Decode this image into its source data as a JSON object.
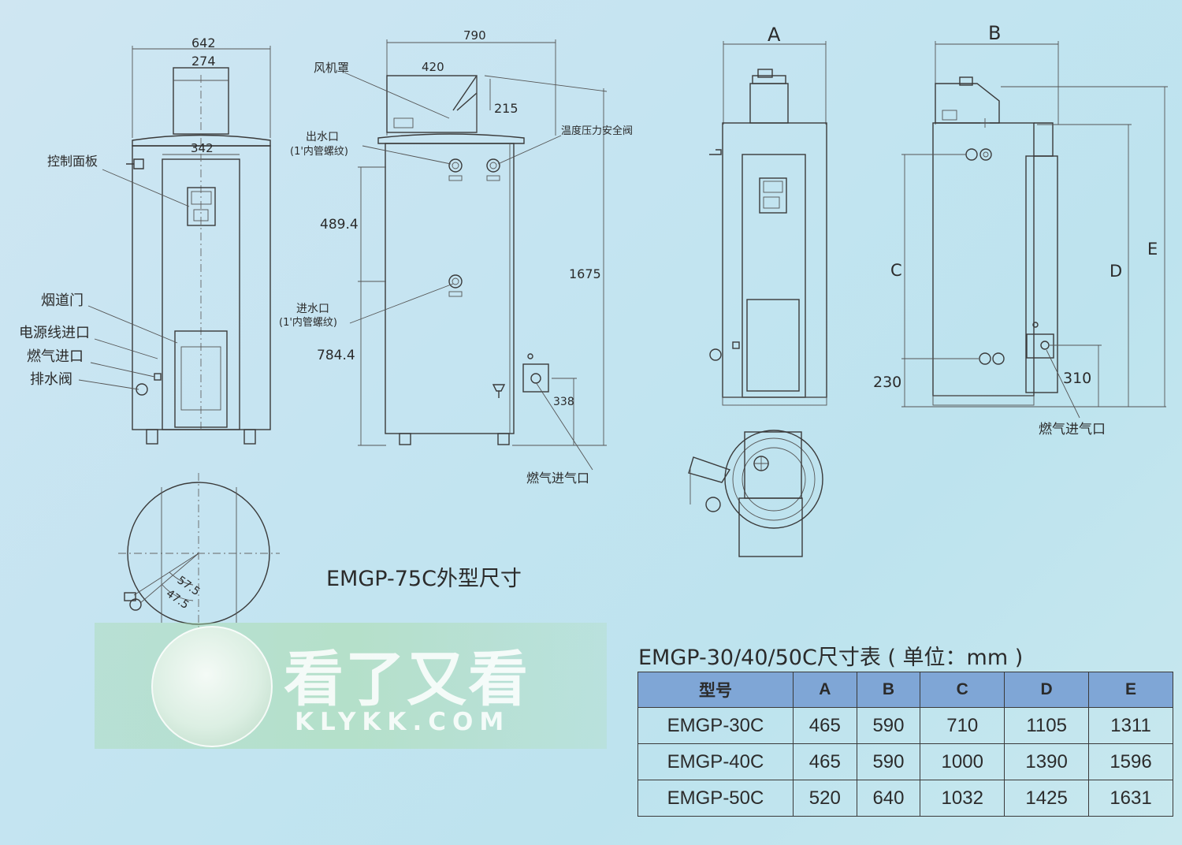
{
  "left_drawing": {
    "dims": {
      "width_total": "642",
      "width_top": "274",
      "width_inner": "342"
    },
    "labels": {
      "control_panel": "控制面板",
      "flue_door": "烟道门",
      "power_inlet": "电源线进口",
      "gas_inlet": "燃气进口",
      "drain_valve": "排水阀"
    }
  },
  "side_drawing": {
    "dims": {
      "width_total": "790",
      "width_fan": "420",
      "fan_height": "215",
      "outlet_height": "489.4",
      "inlet_height": "784.4",
      "total_height": "1675",
      "gas_height": "338"
    },
    "labels": {
      "fan_cover": "风机罩",
      "outlet": "出水口",
      "outlet_spec": "(1'内管螺纹)",
      "inlet": "进水口",
      "inlet_spec": "(1'内管螺纹)",
      "tp_valve": "温度压力安全阀",
      "gas_inlet": "燃气进气口"
    }
  },
  "top_view": {
    "dims": {
      "angle_a": "57.5",
      "angle_b": "47.5"
    }
  },
  "caption_75c": "EMGP-75C外型尺寸",
  "view_a": {
    "label": "A",
    "dim_c": "C"
  },
  "view_b": {
    "label": "B",
    "dim_d": "D",
    "dim_e": "E",
    "dim_230": "230",
    "dim_310": "310",
    "gas_inlet": "燃气进气口"
  },
  "table": {
    "title": "EMGP-30/40/50C尺寸表 ( 单位：mm )",
    "header_color": "#7fa6d6",
    "columns": [
      "型号",
      "A",
      "B",
      "C",
      "D",
      "E"
    ],
    "rows": [
      [
        "EMGP-30C",
        "465",
        "590",
        "710",
        "1105",
        "1311"
      ],
      [
        "EMGP-40C",
        "465",
        "590",
        "1000",
        "1390",
        "1596"
      ],
      [
        "EMGP-50C",
        "520",
        "640",
        "1032",
        "1425",
        "1631"
      ]
    ]
  },
  "watermark": {
    "cn": "看了又看",
    "en": "KLYKK.COM"
  }
}
